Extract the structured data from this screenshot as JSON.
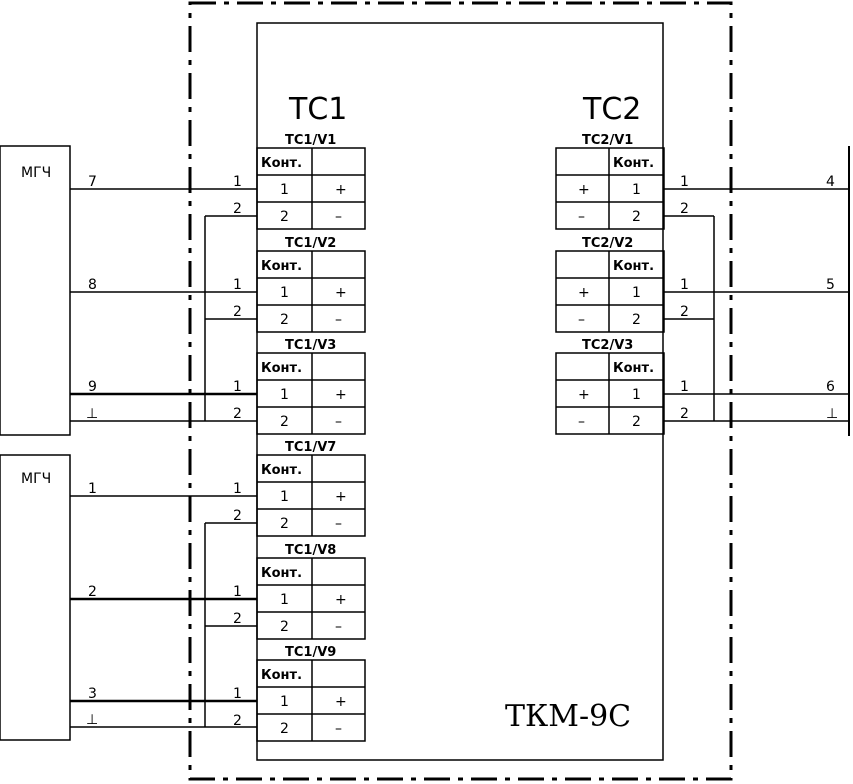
{
  "device": {
    "name": "ТКМ-9С"
  },
  "left_sources": [
    {
      "label": "МГЧ",
      "wires": [
        "7",
        "8",
        "9"
      ]
    },
    {
      "label": "МГЧ",
      "wires": [
        "1",
        "2",
        "3"
      ]
    }
  ],
  "right_wires": [
    "4",
    "5",
    "6"
  ],
  "ground_symbol": "⊥",
  "tc1": {
    "title": "ТС1",
    "blocks": [
      {
        "name": "ТС1/V1",
        "header": "Конт.",
        "rows": [
          {
            "contact": "1",
            "pol": "+"
          },
          {
            "contact": "2",
            "pol": "–"
          }
        ],
        "pins": [
          "1",
          "2"
        ]
      },
      {
        "name": "ТС1/V2",
        "header": "Конт.",
        "rows": [
          {
            "contact": "1",
            "pol": "+"
          },
          {
            "contact": "2",
            "pol": "–"
          }
        ],
        "pins": [
          "1",
          "2"
        ]
      },
      {
        "name": "ТС1/V3",
        "header": "Конт.",
        "rows": [
          {
            "contact": "1",
            "pol": "+"
          },
          {
            "contact": "2",
            "pol": "–"
          }
        ],
        "pins": [
          "1",
          "2"
        ]
      },
      {
        "name": "ТС1/V7",
        "header": "Конт.",
        "rows": [
          {
            "contact": "1",
            "pol": "+"
          },
          {
            "contact": "2",
            "pol": "–"
          }
        ],
        "pins": [
          "1",
          "2"
        ]
      },
      {
        "name": "ТС1/V8",
        "header": "Конт.",
        "rows": [
          {
            "contact": "1",
            "pol": "+"
          },
          {
            "contact": "2",
            "pol": "–"
          }
        ],
        "pins": [
          "1",
          "2"
        ]
      },
      {
        "name": "ТС1/V9",
        "header": "Конт.",
        "rows": [
          {
            "contact": "1",
            "pol": "+"
          },
          {
            "contact": "2",
            "pol": "–"
          }
        ],
        "pins": [
          "1",
          "2"
        ]
      }
    ]
  },
  "tc2": {
    "title": "ТС2",
    "blocks": [
      {
        "name": "ТС2/V1",
        "header": "Конт.",
        "rows": [
          {
            "contact": "1",
            "pol": "+"
          },
          {
            "contact": "2",
            "pol": "–"
          }
        ],
        "pins": [
          "1",
          "2"
        ]
      },
      {
        "name": "ТС2/V2",
        "header": "Конт.",
        "rows": [
          {
            "contact": "1",
            "pol": "+"
          },
          {
            "contact": "2",
            "pol": "–"
          }
        ],
        "pins": [
          "1",
          "2"
        ]
      },
      {
        "name": "ТС2/V3",
        "header": "Конт.",
        "rows": [
          {
            "contact": "1",
            "pol": "+"
          },
          {
            "contact": "2",
            "pol": "–"
          }
        ],
        "pins": [
          "1",
          "2"
        ]
      }
    ]
  }
}
